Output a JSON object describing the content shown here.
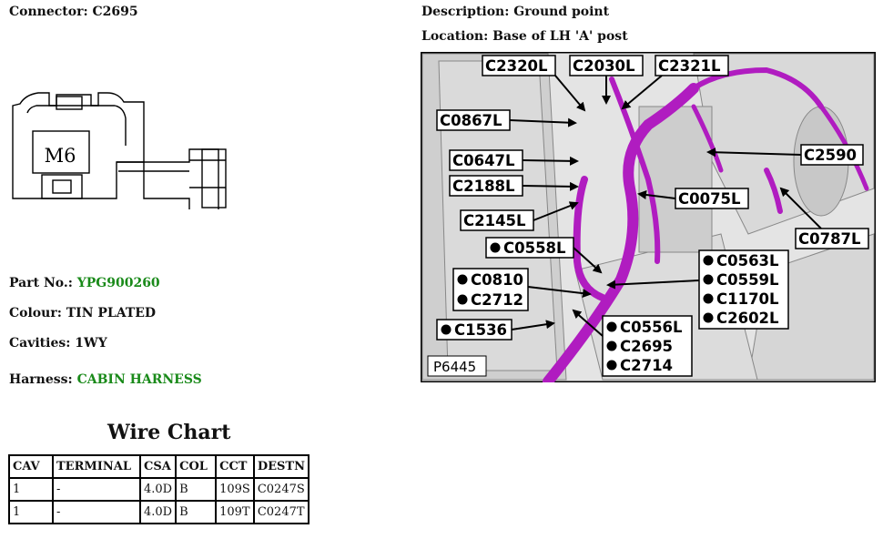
{
  "connector": {
    "label": "Connector:",
    "value": "C2695"
  },
  "description": {
    "label": "Description:",
    "value": "Ground point"
  },
  "location": {
    "label": "Location:",
    "value": "Base of LH 'A' post"
  },
  "part_no": {
    "label": "Part No.:",
    "value": "YPG900260"
  },
  "colour": {
    "label": "Colour:",
    "value": "TIN PLATED"
  },
  "cavities": {
    "label": "Cavities:",
    "value": "1WY"
  },
  "harness": {
    "label": "Harness:",
    "value": "CABIN HARNESS"
  },
  "connector_drawing": {
    "stud_label": "M6"
  },
  "wire_chart": {
    "title": "Wire Chart",
    "headers": [
      "CAV",
      "TERMINAL",
      "CSA",
      "COL",
      "CCT",
      "DESTN"
    ],
    "rows": [
      [
        "1",
        "-",
        "4.0D",
        "B",
        "109S",
        "C0247S"
      ],
      [
        "1",
        "-",
        "4.0D",
        "B",
        "109T",
        "C0247T"
      ]
    ]
  },
  "photo": {
    "figure_id": "P6445",
    "labels": {
      "c2320l": "C2320L",
      "c2030l": "C2030L",
      "c2321l": "C2321L",
      "c0867l": "C0867L",
      "c0647l": "C0647L",
      "c2188l": "C2188L",
      "c2145l": "C2145L",
      "c0075l": "C0075L",
      "c2590": "C2590",
      "c0787l": "C0787L",
      "c0558l": "C0558L",
      "group_c0810": [
        "C0810",
        "C2712"
      ],
      "c1536": "C1536",
      "group_c0563": [
        "C0563L",
        "C0559L",
        "C1170L",
        "C2602L"
      ],
      "group_c0556": [
        "C0556L",
        "C2695",
        "C2714"
      ]
    },
    "harness_color": "#b01cc0"
  },
  "colors": {
    "value_green": "#1a8a1a"
  }
}
